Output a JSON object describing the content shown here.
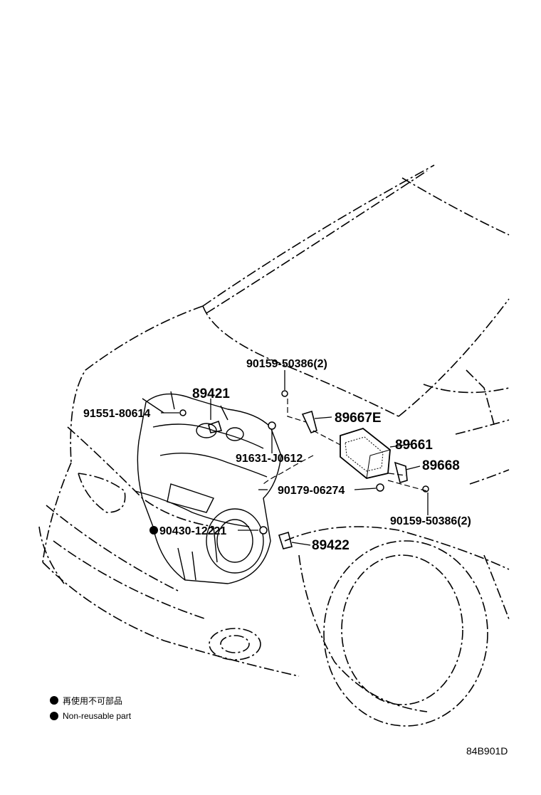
{
  "labels": {
    "p1": "90159-50386(2)",
    "p2": "89421",
    "p3": "91551-80614",
    "p4": "89667E",
    "p5": "89661",
    "p6": "91631-J0612",
    "p7": "89668",
    "p8": "90179-06274",
    "p9": "90159-50386(2)",
    "p10": "90430-12221",
    "p11": "89422"
  },
  "legend": {
    "jp": "再使用不可部品",
    "en": "Non-reusable part"
  },
  "diagram_code": "84B901D"
}
